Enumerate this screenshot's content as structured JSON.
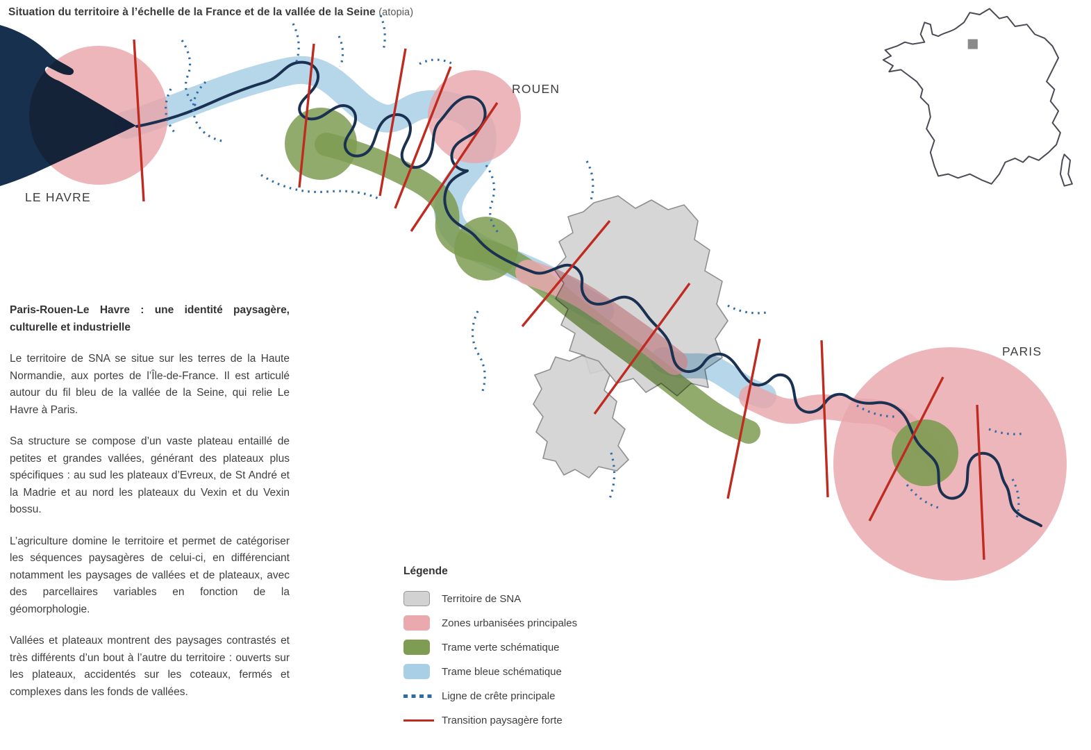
{
  "title": {
    "main": "Situation du territoire à l’échelle de la France et de la vallée de la Seine",
    "suffix": "(atopia)"
  },
  "map": {
    "labels": {
      "le_havre": "LE HAVRE",
      "rouen": "ROUEN",
      "paris": "PARIS"
    }
  },
  "colors": {
    "river_navy": "#17304e",
    "urban_pink": "#e9a9ae",
    "green_frame": "#7e9c52",
    "blue_frame": "#a9cfe6",
    "territory_grey": "#d2d2d2",
    "territory_border": "#8f8f8f",
    "crest_blue": "#2e6ca5",
    "transition_red": "#bf2b20"
  },
  "article": {
    "heading": "Paris-Rouen-Le Havre : une identité paysagère, culturelle et industrielle",
    "paragraphs": [
      "Le territoire de SNA se situe sur les terres de la Haute Normandie, aux portes de l’Île-de-France. Il est articulé autour du fil bleu de la vallée de la Seine, qui relie Le Havre à Paris.",
      "Sa structure se compose d’un vaste plateau entaillé de petites et grandes vallées, générant des plateaux plus spécifiques : au sud les plateaux d’Evreux, de St André et la Madrie et au nord les plateaux du Vexin et du Vexin bossu.",
      "L’agriculture domine le territoire et permet de catégoriser les séquences paysagères de celui-ci, en différenciant notamment les paysages de vallées et de plateaux, avec des parcellaires variables en fonction de la géomorphologie.",
      "Vallées et plateaux montrent des paysages contrastés et très différents d’un bout à l’autre du territoire : ouverts sur les plateaux, accidentés sur les coteaux, fermés et complexes dans les fonds de vallées."
    ]
  },
  "legend": {
    "title": "Légende",
    "items": [
      {
        "label": "Territoire de SNA",
        "swatch": "grey-rect"
      },
      {
        "label": "Zones urbanisées principales",
        "swatch": "pink-rect"
      },
      {
        "label": "Trame verte schématique",
        "swatch": "green-rect"
      },
      {
        "label": "Trame bleue schématique",
        "swatch": "blue-rect"
      },
      {
        "label": "Ligne de crête principale",
        "swatch": "dotted-blue-line"
      },
      {
        "label": "Transition paysagère forte",
        "swatch": "red-line"
      }
    ]
  }
}
